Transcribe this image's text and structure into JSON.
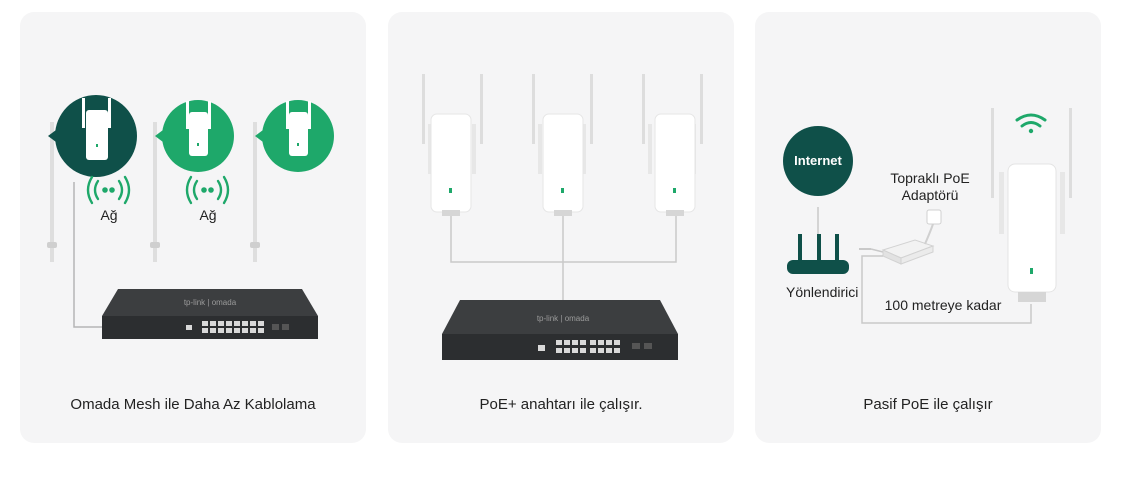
{
  "panels": [
    {
      "caption": "Omada Mesh ile Daha Az Kablolama",
      "labels": [
        "Ağ",
        "Ağ"
      ],
      "switch_brand": "tp-link | omada"
    },
    {
      "caption": "PoE+ anahtarı ile çalışır.",
      "switch_brand": "tp-link | omada"
    },
    {
      "caption": "Pasif PoE ile çalışır",
      "internet": "Internet",
      "router": "Yönlendirici",
      "adapter_line1": "Topraklı PoE",
      "adapter_line2": "Adaptörü",
      "distance": "100 metreye kadar"
    }
  ],
  "colors": {
    "card_bg": "#f5f5f6",
    "brand_dark": "#0f5049",
    "brand_green": "#1ea86a",
    "cable": "#c9c9c9",
    "switch_body": "#333536"
  }
}
